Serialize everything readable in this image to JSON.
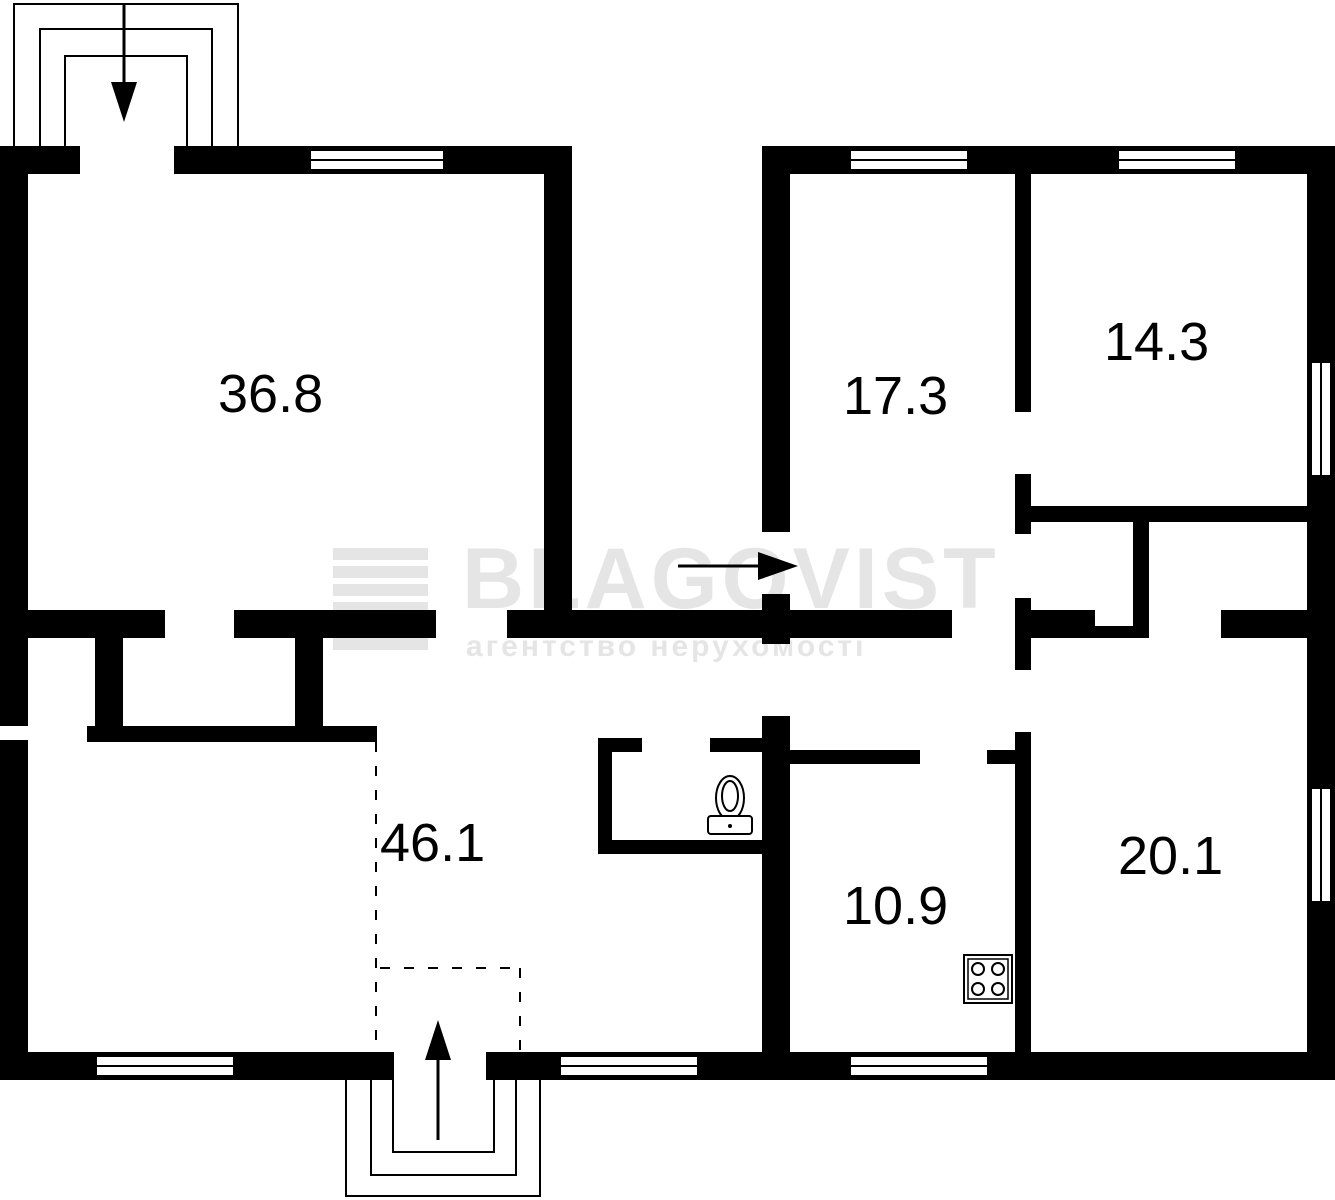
{
  "rooms": [
    {
      "id": "room-1",
      "area": "36.8"
    },
    {
      "id": "room-2",
      "area": "17.3"
    },
    {
      "id": "room-3",
      "area": "14.3"
    },
    {
      "id": "room-4",
      "area": "46.1"
    },
    {
      "id": "room-5",
      "area": "10.9"
    },
    {
      "id": "room-6",
      "area": "20.1"
    }
  ],
  "watermark": {
    "brand": "BLAGOVIST",
    "tagline": "агентство нерухомості"
  },
  "colors": {
    "wall": "#000000",
    "background": "#ffffff",
    "watermark": "#cfcfcf"
  },
  "icons": [
    "entrance-arrow-icon",
    "toilet-icon",
    "stove-icon",
    "direction-arrow-icon"
  ]
}
